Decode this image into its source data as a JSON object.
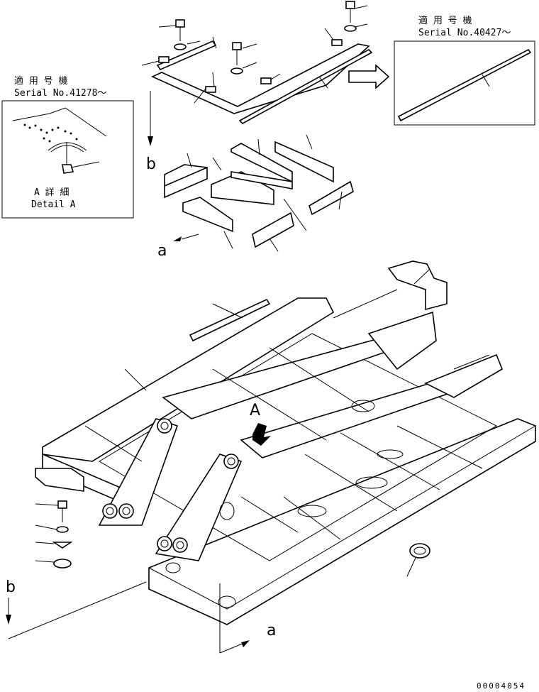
{
  "inset_left": {
    "applicable_ja": "適 用 号 機",
    "serial": "Serial No.41278～",
    "detail_ja": "A 詳 細",
    "detail_en": "Detail A"
  },
  "inset_right": {
    "applicable_ja": "適 用 号 機",
    "serial": "Serial No.40427～"
  },
  "labels": {
    "a": "a",
    "b": "b",
    "A": "A"
  },
  "drawing_number": "00004054"
}
